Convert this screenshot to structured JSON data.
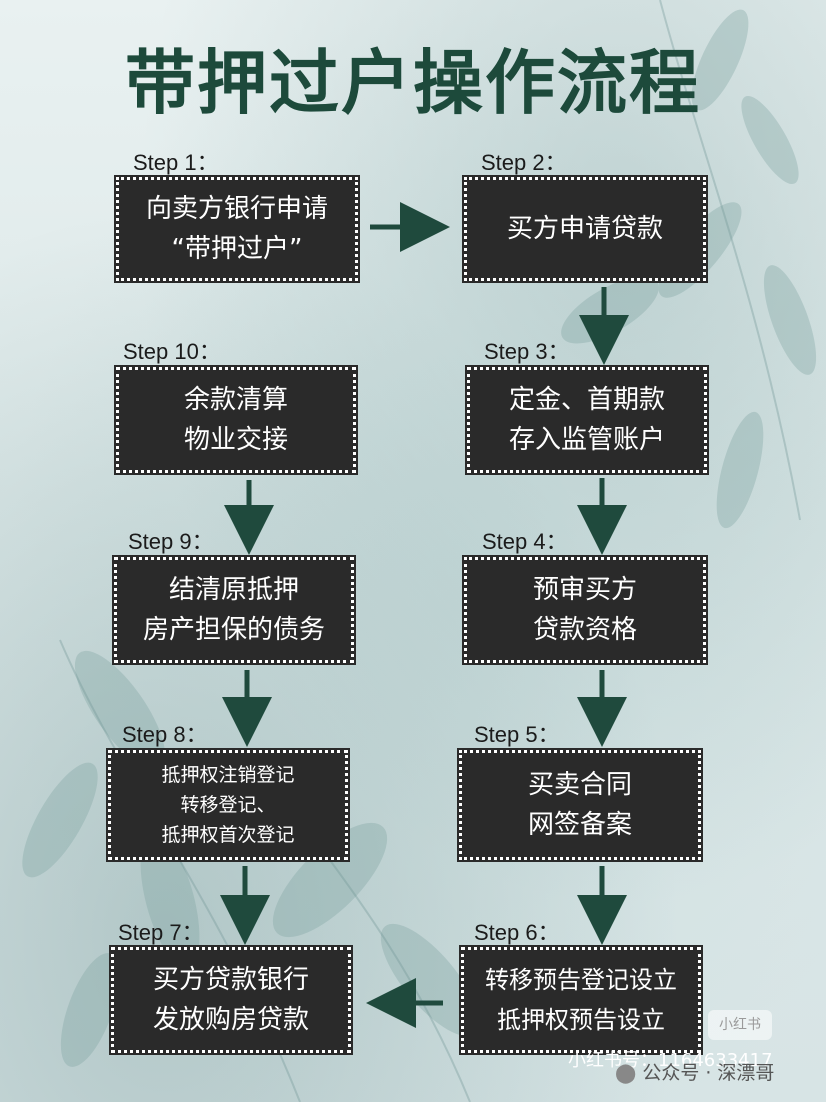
{
  "title": "带押过户操作流程",
  "steps": [
    {
      "label": "Step 1：",
      "lines": [
        "向卖方银行申请",
        "“带押过户”"
      ]
    },
    {
      "label": "Step 2：",
      "lines": [
        "买方申请贷款"
      ]
    },
    {
      "label": "Step 3：",
      "lines": [
        "定金、首期款",
        "存入监管账户"
      ]
    },
    {
      "label": "Step 4：",
      "lines": [
        "预审买方",
        "贷款资格"
      ]
    },
    {
      "label": "Step 5：",
      "lines": [
        "买卖合同",
        "网签备案"
      ]
    },
    {
      "label": "Step 6：",
      "lines": [
        "转移预告登记设立",
        "抵押权预告设立"
      ]
    },
    {
      "label": "Step 7：",
      "lines": [
        "买方贷款银行",
        "发放购房贷款"
      ]
    },
    {
      "label": "Step 8：",
      "lines": [
        "抵押权注销登记",
        "转移登记、",
        "抵押权首次登记"
      ]
    },
    {
      "label": "Step 9：",
      "lines": [
        "结清原抵押",
        "房产担保的债务"
      ]
    },
    {
      "label": "Step 10：",
      "lines": [
        "余款清算",
        "物业交接"
      ]
    }
  ],
  "watermarks": {
    "badge": "小红书",
    "id_text": "小红书号：1164633417",
    "account": "公众号 · 深漂哥"
  },
  "colors": {
    "title": "#1d4a3b",
    "box_fill": "#2a2a2a",
    "arrow": "#1f4a3d"
  }
}
